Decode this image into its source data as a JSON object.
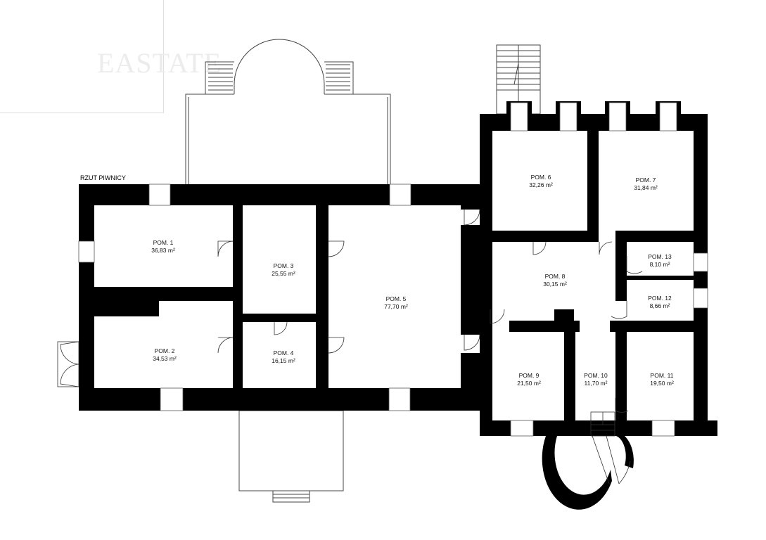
{
  "watermark": "EASTATE",
  "plan_title": "RZUT PIWNICY",
  "rooms": [
    {
      "name": "POM. 1",
      "area": "36,83 m²"
    },
    {
      "name": "POM. 2",
      "area": "34,53 m²"
    },
    {
      "name": "POM. 3",
      "area": "25,55 m²"
    },
    {
      "name": "POM. 4",
      "area": "16,15 m²"
    },
    {
      "name": "POM. 5",
      "area": "77,70 m²"
    },
    {
      "name": "POM. 6",
      "area": "32,26 m²"
    },
    {
      "name": "POM. 7",
      "area": "31,84 m²"
    },
    {
      "name": "POM. 8",
      "area": "30,15 m²"
    },
    {
      "name": "POM. 9",
      "area": "21,50 m²"
    },
    {
      "name": "POM. 10",
      "area": "11,70 m²"
    },
    {
      "name": "POM. 11",
      "area": "19,50 m²"
    },
    {
      "name": "POM. 12",
      "area": "8,66 m²"
    },
    {
      "name": "POM. 13",
      "area": "8,10 m²"
    }
  ]
}
